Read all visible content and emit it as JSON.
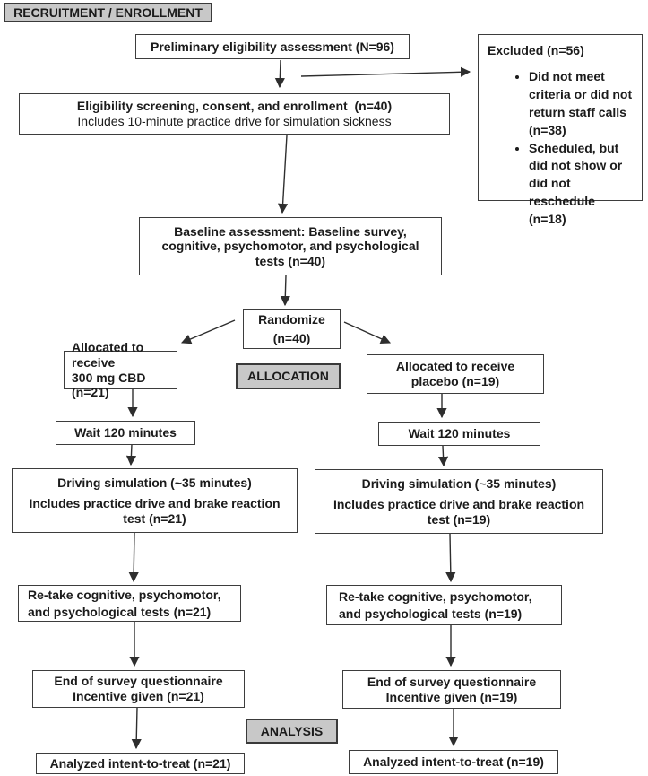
{
  "stage_labels": {
    "recruitment": "RECRUITMENT / ENROLLMENT",
    "allocation": "ALLOCATION",
    "analysis": "ANALYSIS"
  },
  "colors": {
    "stage_fill": "#c8c8c8",
    "box_border": "#3d3d3d",
    "arrow": "#2e2e2e",
    "text": "#1b1b1b",
    "background": "#ffffff"
  },
  "nodes": {
    "preliminary": {
      "text": "Preliminary eligibility assessment (N=96)"
    },
    "excluded": {
      "title": "Excluded (n=56)",
      "bullets": [
        "Did not meet\ncriteria or did not\nreturn staff calls\n(n=38)",
        "Scheduled, but\ndid not show or\ndid not\nreschedule (n=18)"
      ]
    },
    "eligibility": {
      "line1": "Eligibility screening, consent, and enrollment  (n=40)",
      "line2": "Includes 10-minute practice drive for simulation sickness"
    },
    "baseline": {
      "text": "Baseline assessment: Baseline survey,\ncognitive, psychomotor, and psychological\ntests (n=40)"
    },
    "randomize": {
      "text": "Randomize\n(n=40)"
    },
    "allocated_cbd": {
      "text": "Allocated to receive\n300 mg CBD (n=21)"
    },
    "allocated_placebo": {
      "text": "Allocated to receive\nplacebo (n=19)"
    },
    "wait_cbd": {
      "text": "Wait 120 minutes"
    },
    "wait_placebo": {
      "text": "Wait 120 minutes"
    },
    "driving_cbd": {
      "line1": "Driving simulation (~35 minutes)",
      "line2": "Includes practice drive and brake reaction\ntest (n=21)"
    },
    "driving_placebo": {
      "line1": "Driving simulation (~35 minutes)",
      "line2": "Includes practice drive and brake reaction\ntest (n=19)"
    },
    "retake_cbd": {
      "text": "Re-take cognitive, psychomotor,\nand psychological tests (n=21)"
    },
    "retake_placebo": {
      "text": "Re-take cognitive, psychomotor,\nand psychological tests (n=19)"
    },
    "endsurvey_cbd": {
      "text": "End of survey questionnaire\nIncentive given (n=21)"
    },
    "endsurvey_placebo": {
      "text": "End of survey questionnaire\nIncentive given (n=19)"
    },
    "analyzed_cbd": {
      "text": "Analyzed intent-to-treat (n=21)"
    },
    "analyzed_placebo": {
      "text": "Analyzed intent-to-treat (n=19)"
    }
  }
}
